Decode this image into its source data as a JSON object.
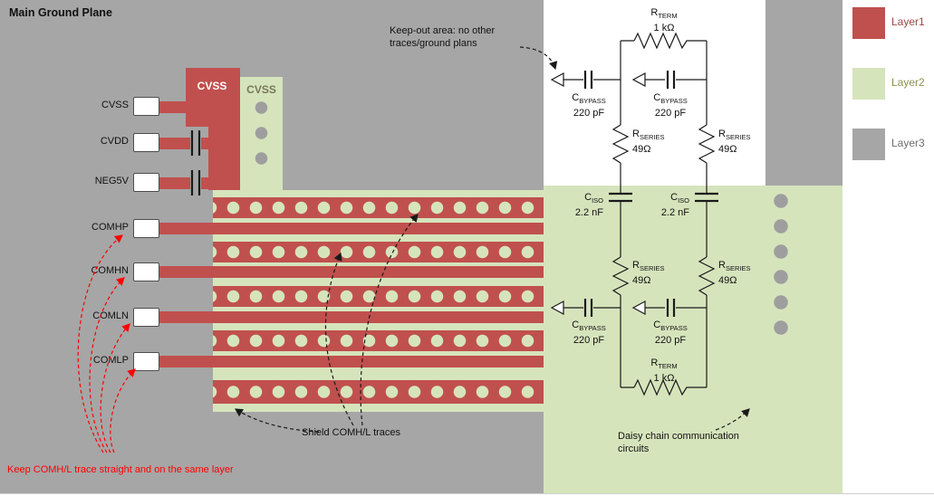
{
  "title": "Main Ground Plane",
  "blocks": {
    "cvss_red": "CVSS",
    "cvss_green": "CVSS"
  },
  "pins": [
    {
      "label": "CVSS"
    },
    {
      "label": "CVDD"
    },
    {
      "label": "NEG5V"
    },
    {
      "label": "COMHP"
    },
    {
      "label": "COMHN"
    },
    {
      "label": "COMLN"
    },
    {
      "label": "COMLP"
    }
  ],
  "circuit": {
    "rterm": {
      "base": "R",
      "sub": "TERM",
      "value": "1 kΩ"
    },
    "cbypass": {
      "base": "C",
      "sub": "BYPASS",
      "value": "220 pF"
    },
    "rseries": {
      "base": "R",
      "sub": "SERIES",
      "value": "49Ω"
    },
    "ciso": {
      "base": "C",
      "sub": "ISO",
      "value": "2.2 nF"
    }
  },
  "annotations": {
    "keepout": "Keep-out area: no other traces/ground plans",
    "shield": "Shield COMH/L traces",
    "daisy": "Daisy chain communication circuits",
    "keep_straight": "Keep COMH/L trace straight and on the same layer",
    "keep_straight_color": "#ff0000"
  },
  "legend": {
    "items": [
      {
        "label": "Layer1",
        "color": "#c0504d",
        "label_color": "#9a4a45"
      },
      {
        "label": "Layer2",
        "color": "#d6e4bc",
        "label_color": "#8a9150"
      },
      {
        "label": "Layer3",
        "color": "#a6a6a6",
        "label_color": "#6e6e6e"
      }
    ]
  },
  "colors": {
    "layer1": "#c0504d",
    "layer2": "#d6e4bc",
    "layer3": "#a6a6a6",
    "trace_red": "#c0504d"
  }
}
